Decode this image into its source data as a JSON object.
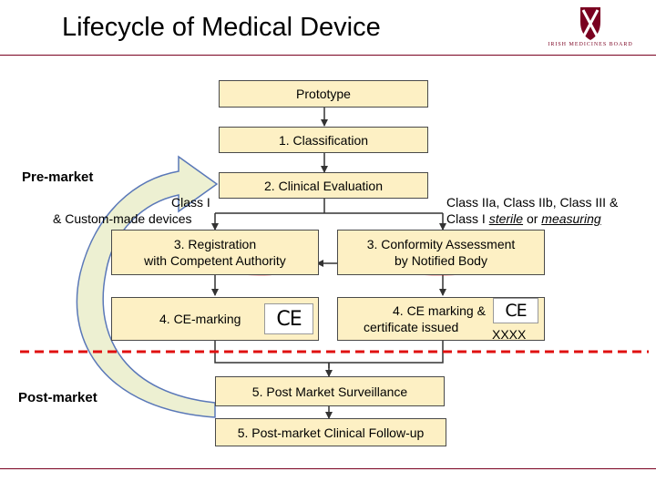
{
  "title": "Lifecycle of Medical Device",
  "logo": {
    "text": "IRISH MEDICINES BOARD",
    "icon": "shield-icon",
    "color": "#7a0020"
  },
  "phases": {
    "pre_market": "Pre-market",
    "post_market": "Post-market"
  },
  "boxes": {
    "prototype": "Prototype",
    "classification": "1. Classification",
    "clinical_evaluation": "2. Clinical Evaluation",
    "registration_line1": "3. Registration",
    "registration_line2": "with Competent Authority",
    "conformity_line1": "3. Conformity Assessment",
    "conformity_line2": "by Notified Body",
    "ce_marking": "4. CE-marking",
    "ce_cert_line1": "4. CE marking &",
    "ce_cert_line2": "certificate issued",
    "post_market_surveillance": "5. Post Market Surveillance",
    "post_market_follow_up": "5. Post-market Clinical Follow-up"
  },
  "branches": {
    "class_i_line1": "Class I",
    "class_i_line2": "& Custom-made devices",
    "class_ii_line1": "Class IIa, Class IIb, Class III &",
    "class_ii_line2_prefix": "Class I",
    "class_ii_sterile": "sterile",
    "class_ii_or": "or",
    "class_ii_measuring": "measuring"
  },
  "ce_mark": {
    "symbol": "CE",
    "notified_body_number": "XXXX"
  },
  "colors": {
    "box_fill": "#fdf0c4",
    "divider_red": "#e01010",
    "curved_arrow_fill": "#edf0d2",
    "curved_arrow_stroke": "#5a78b8",
    "oval_red": "#e01010"
  }
}
